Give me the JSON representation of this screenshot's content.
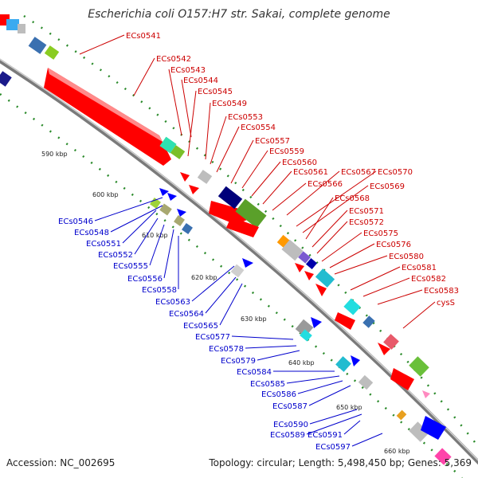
{
  "title": "Escherichia coli O157:H7 str. Sakai, complete genome",
  "footer": {
    "accession_label": "Accession: NC_002695",
    "summary": "Topology: circular; Length: 5,498,450 bp; Genes: 5,369"
  },
  "colors": {
    "forward_label": "#cc0000",
    "reverse_label": "#0000cc",
    "forward_feature": "#ff0000",
    "reverse_feature": "#0000ff",
    "backbone": "#888888",
    "tick": "#2a8a2a",
    "scale_text": "#222222"
  },
  "scale_ticks": [
    "590 kbp",
    "600 kbp",
    "610 kbp",
    "620 kbp",
    "630 kbp",
    "640 kbp",
    "650 kbp",
    "660 kbp"
  ],
  "forward_genes": [
    "ECs0541",
    "ECs0542",
    "ECs0543",
    "ECs0544",
    "ECs0545",
    "ECs0549",
    "ECs0553",
    "ECs0554",
    "ECs0557",
    "ECs0559",
    "ECs0560",
    "ECs0561",
    "ECs0566",
    "ECs0567",
    "ECs0570",
    "ECs0569",
    "ECs0568",
    "ECs0571",
    "ECs0572",
    "ECs0575",
    "ECs0576",
    "ECs0580",
    "ECs0581",
    "ECs0582",
    "ECs0583",
    "cysS"
  ],
  "reverse_genes": [
    "ECs0546",
    "ECs0548",
    "ECs0551",
    "ECs0552",
    "ECs0555",
    "ECs0556",
    "ECs0558",
    "ECs0563",
    "ECs0564",
    "ECs0565",
    "ECs0577",
    "ECs0578",
    "ECs0579",
    "ECs0584",
    "ECs0585",
    "ECs0586",
    "ECs0587",
    "ECs0590",
    "ECs0589",
    "ECs0591",
    "ECs0597"
  ]
}
